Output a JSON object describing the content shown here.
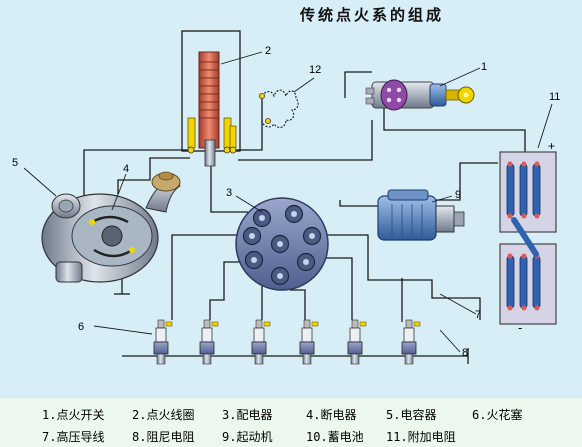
{
  "title": "传统点火系的组成",
  "callouts": [
    "1",
    "2",
    "3",
    "4",
    "5",
    "6",
    "7",
    "8",
    "9",
    "11",
    "12"
  ],
  "legend": [
    "1.点火开关",
    "2.点火线圈",
    "3.配电器",
    "4.断电器",
    "5.电容器",
    "6.火花塞",
    "7.高压导线",
    "8.阻尼电阻",
    "9.起动机",
    "10.蓄电池",
    "11.附加电阻"
  ],
  "battery_signs": {
    "plus": "+",
    "minus": "-"
  },
  "colors": {
    "background": "#d8eef6",
    "legend_background": "#ecf8ee",
    "wire": "#1a1a1a",
    "metal": "#8e9aaa",
    "cap": "#6f7fae",
    "battery_cell": "#d4d4e6",
    "accent_yellow": "#f2d400",
    "coil_copper": "#d1604a"
  }
}
